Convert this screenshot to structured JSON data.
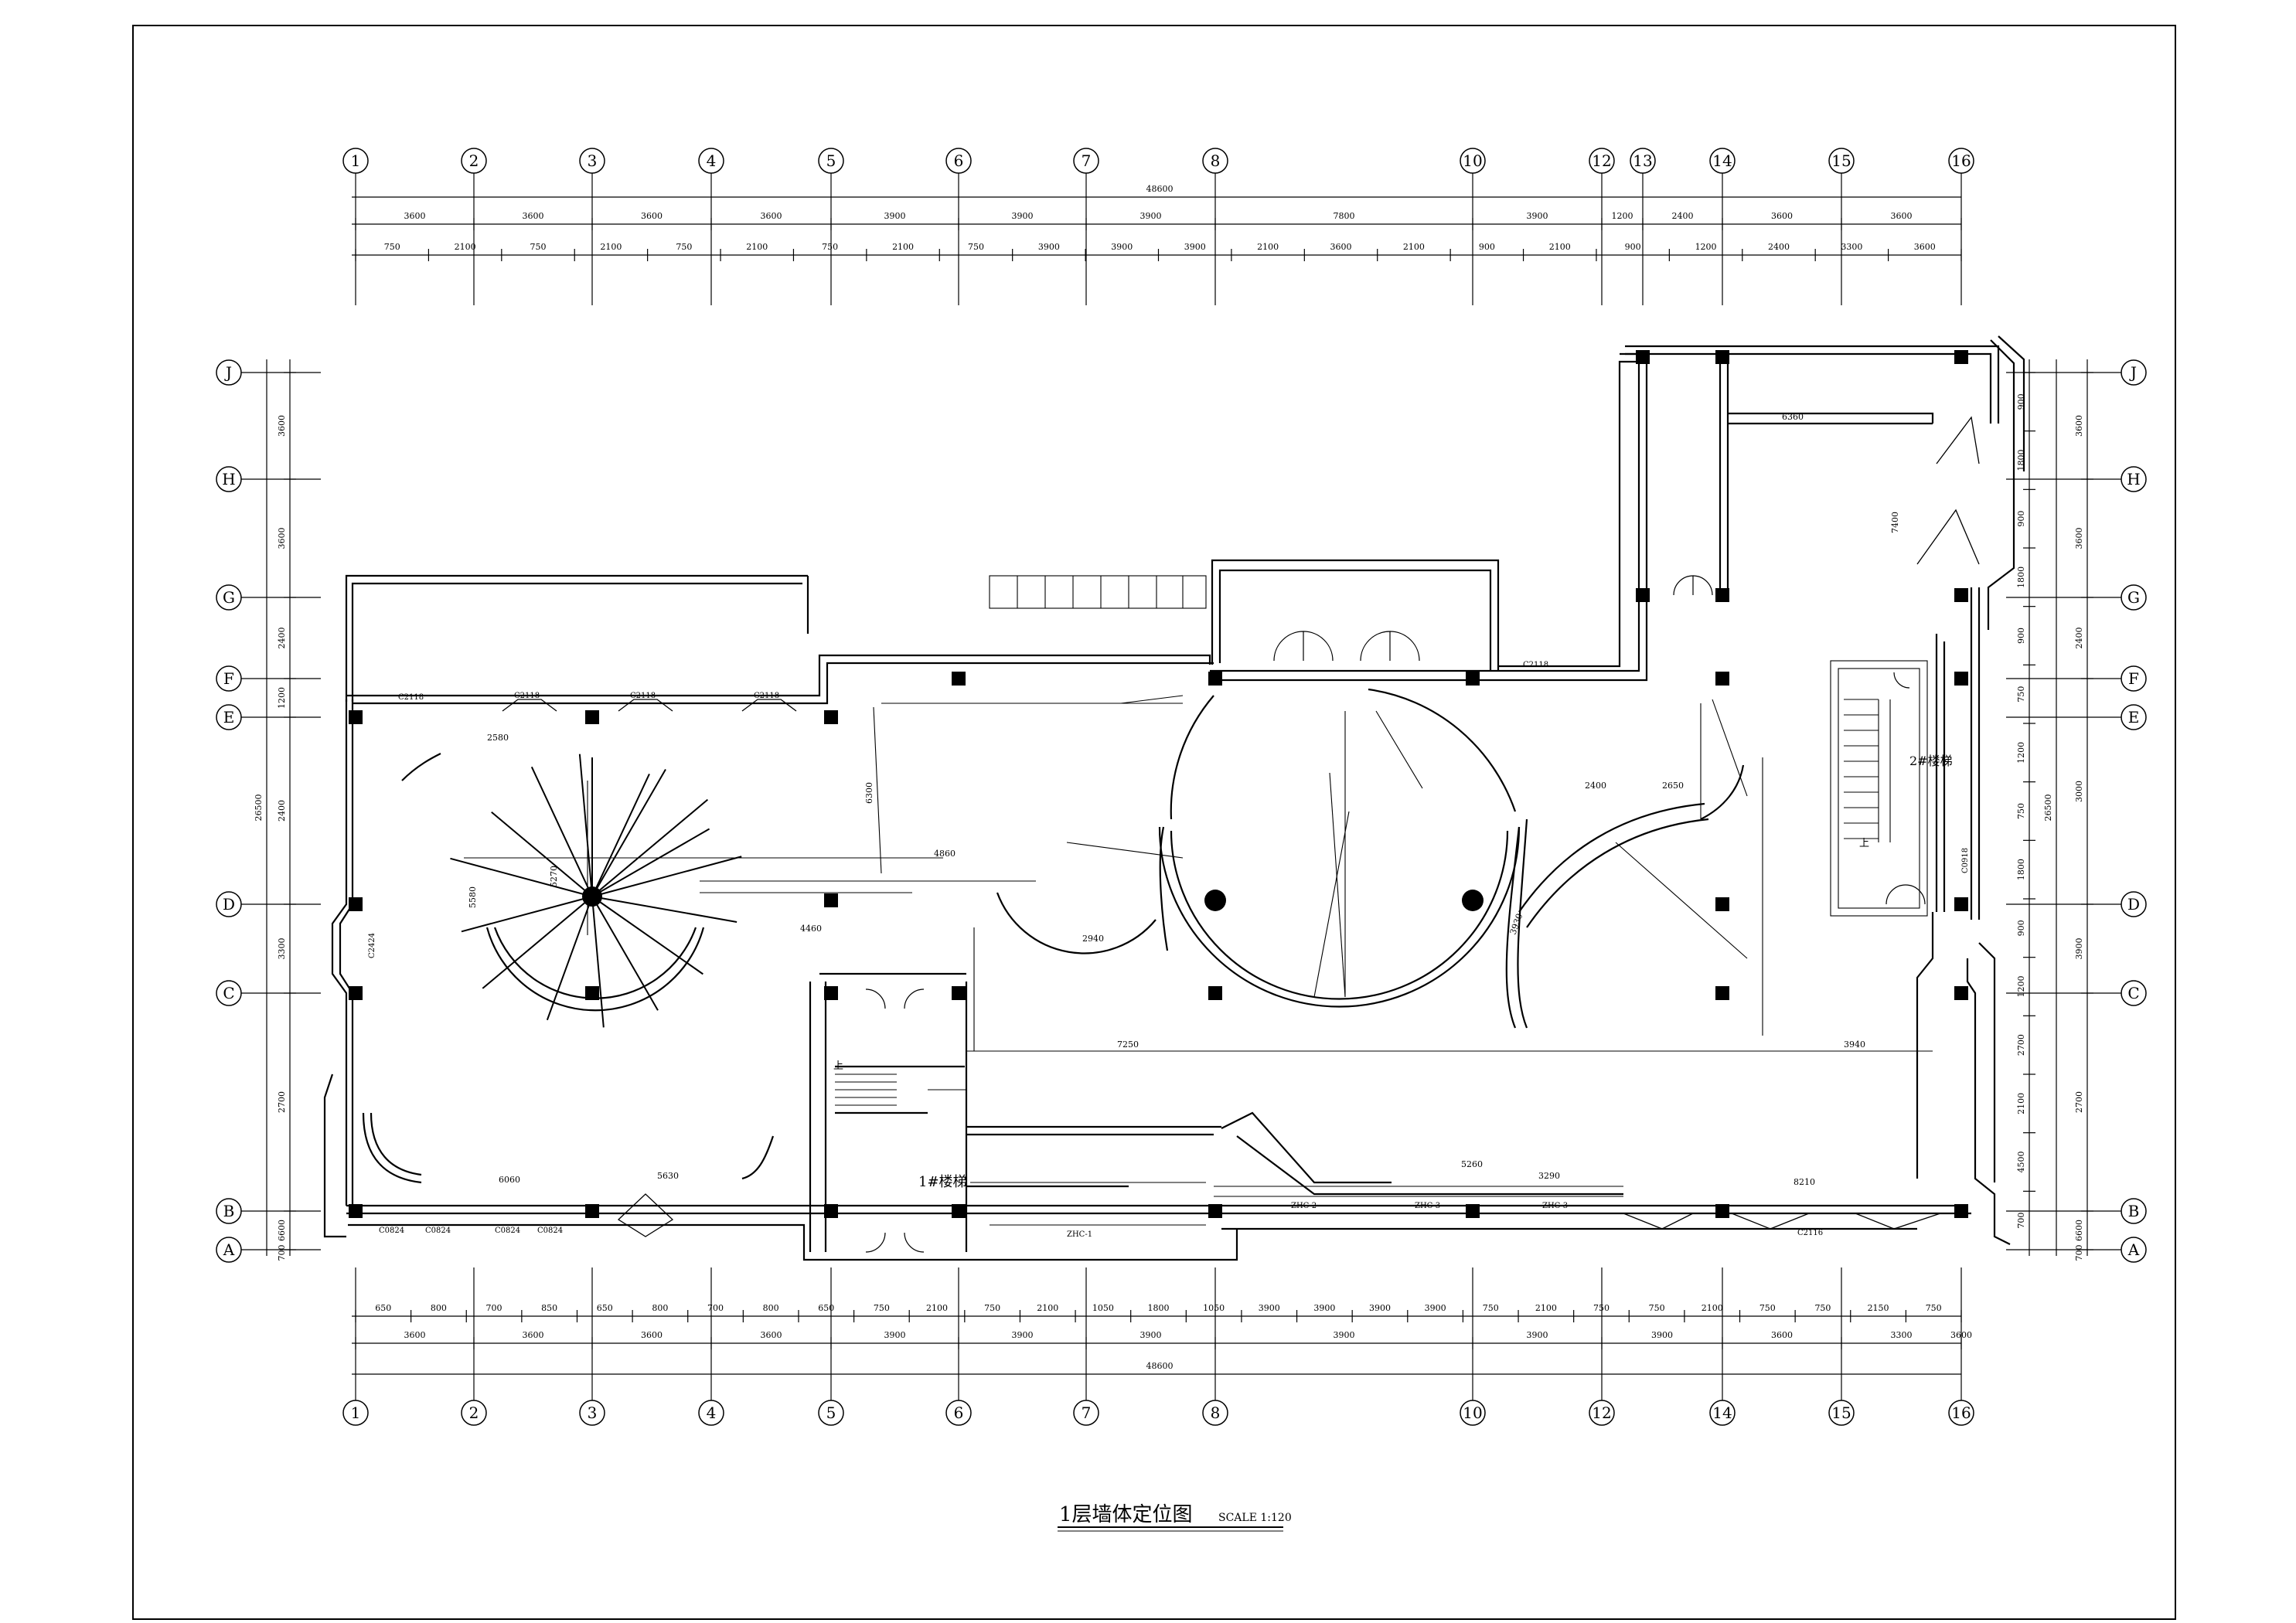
{
  "title": "1层墙体定位图",
  "scale_label": "SCALE 1:120",
  "axes_top": [
    "1",
    "2",
    "3",
    "4",
    "5",
    "6",
    "7",
    "8",
    "10",
    "12",
    "13",
    "14",
    "15",
    "16"
  ],
  "axes_bottom": [
    "1",
    "2",
    "3",
    "4",
    "5",
    "6",
    "7",
    "8",
    "10",
    "12",
    "14",
    "15",
    "16"
  ],
  "axes_rows": [
    "J",
    "H",
    "G",
    "F",
    "E",
    "D",
    "C",
    "B",
    "A"
  ],
  "dims_top_total": "48600",
  "dims_top_1": [
    "3600",
    "3600",
    "3600",
    "3600",
    "3900",
    "3900",
    "3900",
    "7800",
    "3900",
    "1200",
    "2400",
    "3600",
    "3600"
  ],
  "dims_top_2": [
    "750",
    "2100",
    "750",
    "2100",
    "750",
    "2100",
    "750",
    "2100",
    "750",
    "3900",
    "3900",
    "3900",
    "2100",
    "3600",
    "2100",
    "900",
    "2100",
    "900",
    "1200",
    "2400",
    "3300",
    "3600"
  ],
  "dims_bottom_1": [
    "650",
    "800",
    "700",
    "850",
    "650",
    "800",
    "700",
    "800",
    "650",
    "750",
    "2100",
    "750",
    "2100",
    "1050",
    "1800",
    "1050",
    "3900",
    "3900",
    "3900",
    "3900",
    "750",
    "2100",
    "750",
    "750",
    "2100",
    "750",
    "750",
    "2150",
    "750"
  ],
  "dims_bottom_2": [
    "3600",
    "3600",
    "3600",
    "3600",
    "3900",
    "3900",
    "3900",
    "3900",
    "3900",
    "3900",
    "3600",
    "3300",
    "3600"
  ],
  "dims_bottom_total": "48600",
  "dims_left_total": "26500",
  "dims_left": [
    "3600",
    "3600",
    "2400",
    "1200",
    "2400",
    "3300",
    "2700",
    "6600",
    "700"
  ],
  "dims_right_total": "26500",
  "dims_right_1": [
    "3600",
    "3600",
    "2400",
    "3000",
    "3900",
    "2700",
    "6600",
    "700"
  ],
  "dims_right_2": [
    "900",
    "1800",
    "900",
    "1800",
    "900",
    "750",
    "1200",
    "750",
    "1800",
    "900",
    "1200",
    "2700",
    "2100",
    "4500",
    "700"
  ],
  "room_labels": {
    "stair1": "1#楼梯",
    "stair2": "2#楼梯",
    "up1": "上",
    "up2": "上"
  },
  "window_tags": {
    "c2118_a": "C2118",
    "c2118_b": "C2118",
    "c2118_c": "C2118",
    "c2118_d": "C2118",
    "c0824_a": "C0824",
    "c0824_b": "C0824",
    "c0824_c": "C0824",
    "c0824_d": "C0824",
    "c2424": "C2424",
    "c2118_e": "C2118",
    "c2116": "C2116",
    "c0918": "C0918",
    "zhc1": "ZHC-1",
    "zhc2": "ZHC-2",
    "zhc3a": "ZHC-3",
    "zhc3b": "ZHC-3"
  },
  "inner_dims": {
    "d_7250": "7250",
    "d_3940": "3940",
    "d_5270": "5270",
    "d_4860": "4860",
    "d_6060": "6060",
    "d_5630": "5630",
    "d_4460": "4460",
    "d_6360": "6360",
    "d_7400": "7400",
    "d_8210": "8210",
    "d_5260": "5260",
    "d_3290": "3290",
    "d_5580": "5580",
    "d_6300": "6300",
    "d_2400": "2400",
    "d_2650": "2650",
    "d_3930": "3930",
    "d_2940": "2940",
    "d_2580": "2580"
  }
}
